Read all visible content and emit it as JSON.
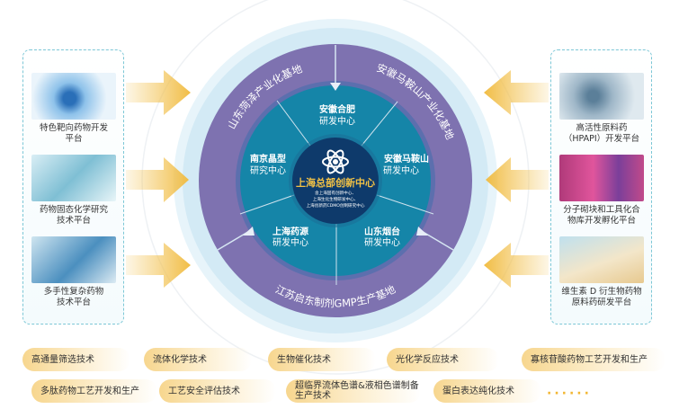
{
  "center": {
    "title": "上海总部创新中心",
    "sub": [
      "含上海固有创新中心、",
      "上海生化生物研发中心、",
      "上海创新药CDMO创制研究中心"
    ]
  },
  "rd_centers": [
    {
      "l1": "安徽合肥",
      "l2": "研发中心"
    },
    {
      "l1": "安徽马鞍山",
      "l2": "研发中心"
    },
    {
      "l1": "山东烟台",
      "l2": "研发中心"
    },
    {
      "l1": "上海药源",
      "l2": "研发中心"
    },
    {
      "l1": "南京晶型",
      "l2": "研究中心"
    }
  ],
  "bases": {
    "left": "山东菏泽产业化基地",
    "right": "安徽马鞍山产业化基地",
    "bottom": "江苏启东制剂GMP生产基地"
  },
  "left_platforms": [
    "特色靶向药物开发\n平台",
    "药物固态化学研究\n技术平台",
    "多手性复杂药物\n技术平台"
  ],
  "right_platforms": [
    "高活性原料药\n（HPAPI）开发平台",
    "分子砌块和工具化合\n物库开发孵化平台",
    "维生素 D 衍生物药物\n原料药研发平台"
  ],
  "technologies": [
    "高通量筛选技术",
    "流体化学技术",
    "生物催化技术",
    "光化学反应技术",
    "寡核苷酸药物工艺开发和生产",
    "多肽药物工艺开发和生产",
    "工艺安全评估技术",
    "超临界流体色谱&液相色谱制备生产技术",
    "蛋白表达纯化技术"
  ],
  "more": "······",
  "colors": {
    "purple": "#7e72b0",
    "teal": "#1585a8",
    "navy": "#0e3a6b",
    "gold": "#f0b93a",
    "light": "#d6ecf6"
  }
}
